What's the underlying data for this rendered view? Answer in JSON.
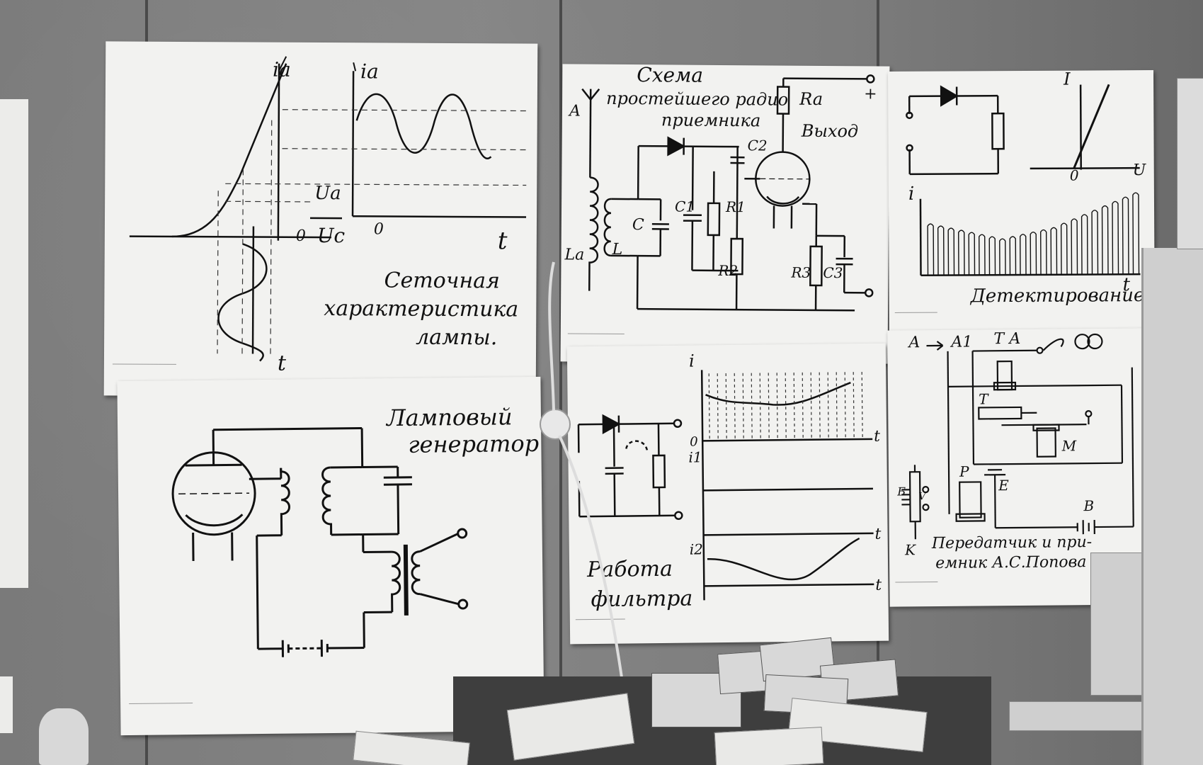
{
  "posters": {
    "grid_characteristic": {
      "title_line1": "Сеточная",
      "title_line2": "характеристика",
      "title_line3": "лампы.",
      "label_ia_left": "ia",
      "label_ia_right": "ia",
      "label_ua": "Ua",
      "label_uc": "Uc",
      "label_zero_left": "0",
      "label_zero_right": "0",
      "label_t_right": "t",
      "label_t_bottom": "t"
    },
    "tube_generator": {
      "title_line1": "Ламповый",
      "title_line2": "генератор"
    },
    "simple_receiver": {
      "title_line1": "Схема",
      "title_line2": "простейшего радио",
      "title_line3": "приемника",
      "label_output": "Выход",
      "label_A": "A",
      "label_La": "La",
      "label_L": "L",
      "label_C": "C",
      "label_C1": "C1",
      "label_C2": "C2",
      "label_C3": "C3",
      "label_R1": "R1",
      "label_R2": "R2",
      "label_R3": "R3",
      "label_Ra": "Ra",
      "label_plus": "+"
    },
    "detection": {
      "title": "Детектирование",
      "label_I": "I",
      "label_U": "U",
      "label_i": "i",
      "label_t": "t",
      "label_zero": "0"
    },
    "filter_work": {
      "title_line1": "Работа",
      "title_line2": "фильтра",
      "label_i": "i",
      "label_i1": "i1",
      "label_i2": "i2",
      "label_t1": "t",
      "label_t2": "t",
      "label_t3": "t",
      "label_zero": "0"
    },
    "popov": {
      "title_line1": "Передатчик и при-",
      "title_line2": "емник А.С.Попова",
      "label_A": "A",
      "label_A1": "A1",
      "label_T_top": "T",
      "label_A_top": "A",
      "label_T": "T",
      "label_M": "M",
      "label_P": "P",
      "label_E": "E",
      "label_B": "B",
      "label_Bat": "Б",
      "label_V": "V",
      "label_K": "K"
    }
  }
}
